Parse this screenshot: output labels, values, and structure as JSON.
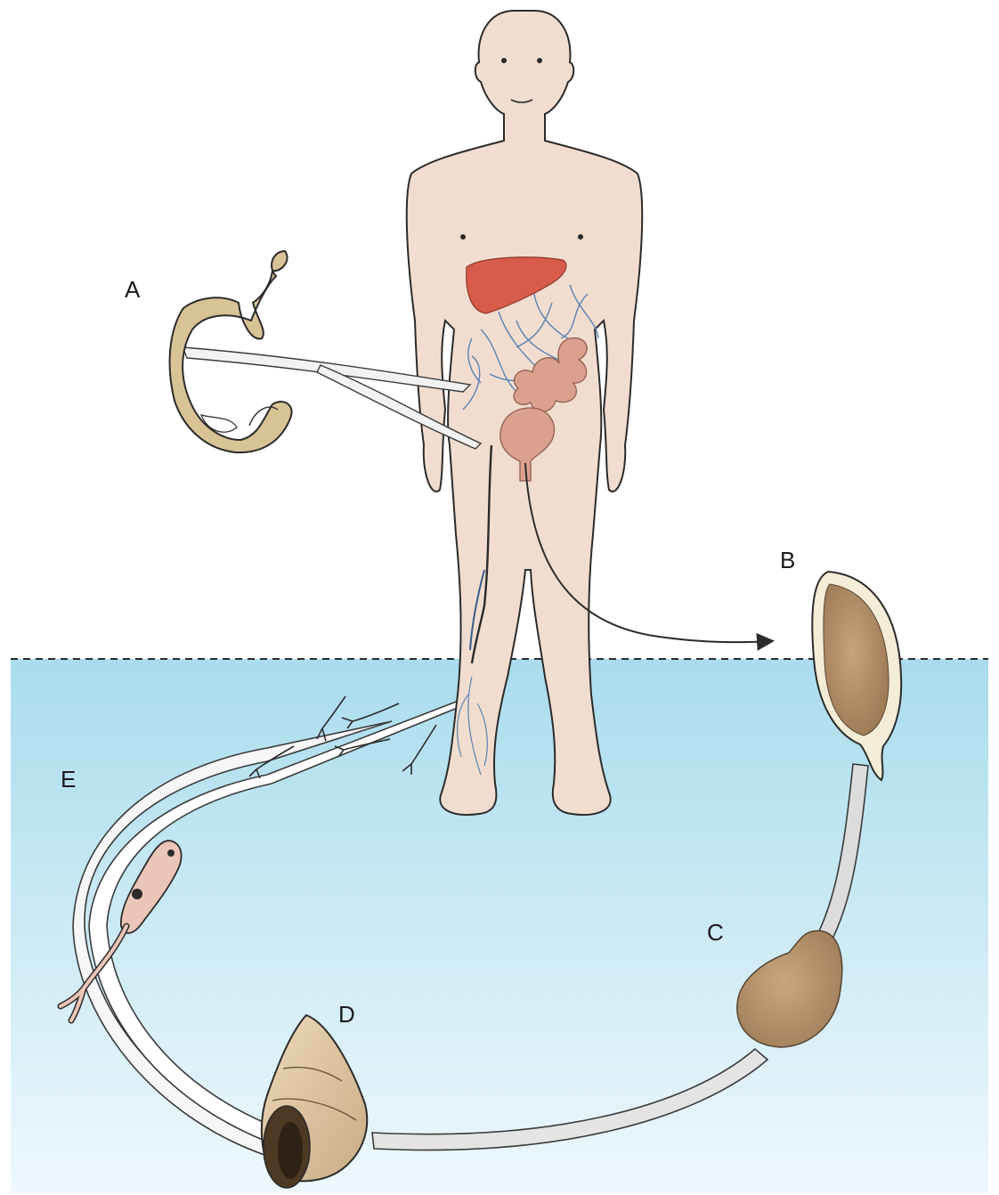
{
  "labels": {
    "a": "A",
    "b": "B",
    "c": "C",
    "d": "D",
    "e": "E"
  },
  "colors": {
    "water_top": "#a9dced",
    "water_bottom": "#eef8fc",
    "skin": "#f1ddcf",
    "outline": "#2b2b2b",
    "liver": "#d95b49",
    "veins": "#5b82b3",
    "organs": "#dca08e",
    "worm": "#d8c395",
    "egg": "#b08a64",
    "snail": "#ddc6a4",
    "arrow_band": "#f2f2f2",
    "cercaria": "#ebc6b8"
  },
  "icons": {
    "human": "human-body-icon",
    "worm": "adult-worm-icon",
    "egg": "egg-icon",
    "miracidium": "miracidium-icon",
    "snail": "snail-icon",
    "cercaria": "cercaria-icon"
  }
}
